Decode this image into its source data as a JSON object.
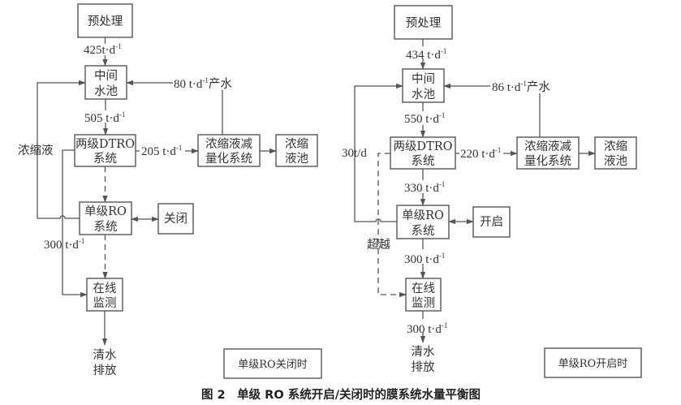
{
  "caption": "图 2　单级 RO 系统开启/关闭时的膜系统水量平衡图",
  "unit": "t·d",
  "unit_sup": "-1",
  "left": {
    "legend": "单级RO关闭时",
    "nodes": {
      "pretreat": "预处理",
      "mid_pool_1": "中间",
      "mid_pool_2": "水池",
      "dtro_1": "两级DTRO",
      "dtro_2": "系统",
      "reduce_1": "浓缩液减",
      "reduce_2": "量化系统",
      "conc_pool_1": "浓缩",
      "conc_pool_2": "液池",
      "ro_1": "单级RO",
      "ro_2": "系统",
      "state": "关闭",
      "monitor_1": "在线",
      "monitor_2": "监测",
      "discharge_1": "清水",
      "discharge_2": "排放"
    },
    "flows": {
      "pretreat_to_pool": "425",
      "product_return": "80",
      "product_label": "产水",
      "pool_to_dtro": "505",
      "dtro_to_reduce": "205",
      "bypass": "300",
      "concentrate_label": "浓缩液"
    }
  },
  "right": {
    "legend": "单级RO开启时",
    "nodes": {
      "pretreat": "预处理",
      "mid_pool_1": "中间",
      "mid_pool_2": "水池",
      "dtro_1": "两级DTRO",
      "dtro_2": "系统",
      "reduce_1": "浓缩液减",
      "reduce_2": "量化系统",
      "conc_pool_1": "浓缩",
      "conc_pool_2": "液池",
      "ro_1": "单级RO",
      "ro_2": "系统",
      "state": "开启",
      "monitor_1": "在线",
      "monitor_2": "监测",
      "discharge_1": "清水",
      "discharge_2": "排放"
    },
    "flows": {
      "pretreat_to_pool": "434",
      "product_return": "86",
      "product_label": "产水",
      "pool_to_dtro": "550",
      "dtro_to_reduce": "220",
      "dtro_to_ro": "330",
      "ro_to_monitor": "300",
      "monitor_to_discharge": "300",
      "concentrate_return": "30t/d",
      "bypass_label": "超越"
    }
  }
}
